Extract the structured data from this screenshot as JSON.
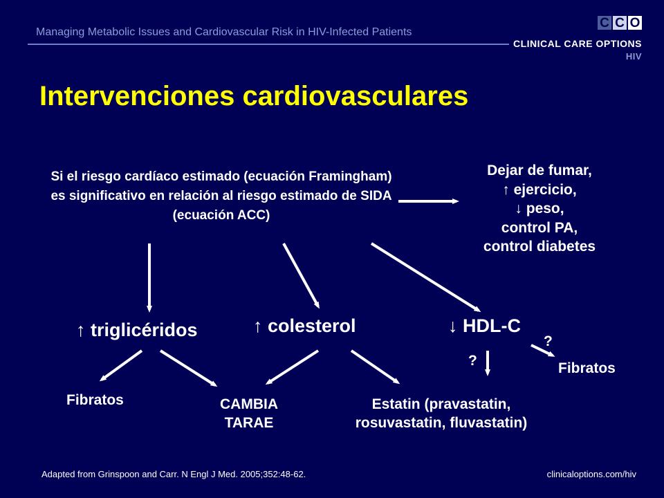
{
  "header": {
    "course_title": "Managing Metabolic Issues and Cardiovascular Risk in HIV-Infected Patients",
    "logo": {
      "boxes": [
        "C",
        "C",
        "O"
      ],
      "title": "CLINICAL CARE OPTIONS",
      "subtitle": "HIV"
    }
  },
  "slide": {
    "title": "Intervenciones cardiovasculares",
    "premise": "Si el riesgo cardíaco estimado (ecuación Framingham)  es significativo en relación al riesgo estimado de SIDA (ecuación ACC)",
    "lifestyle": [
      "Dejar de fumar,",
      "↑ ejercicio,",
      "↓ peso,",
      "control PA,",
      "control diabetes"
    ],
    "nodes": {
      "trigliceridos": "↑ triglicéridos",
      "colesterol": "↑ colesterol",
      "hdl": "↓ HDL-C"
    },
    "leaves": {
      "fibratos_left": "Fibratos",
      "cambia_line1": "CAMBIA",
      "cambia_line2": "TARAE",
      "estatin_line1": "Estatin (pravastatin,",
      "estatin_line2": "rosuvastatin, fluvastatin)",
      "fibratos_right": "Fibratos"
    },
    "question_marks": {
      "down": "?",
      "diag": "?"
    }
  },
  "footer": {
    "citation": "Adapted from Grinspoon and Carr. N Engl J Med. 2005;352:48-62.",
    "url": "clinicaloptions.com/hiv"
  },
  "colors": {
    "background": "#000055",
    "title": "#ffff00",
    "text": "#ffffff",
    "header_text": "#8e9bd6"
  }
}
